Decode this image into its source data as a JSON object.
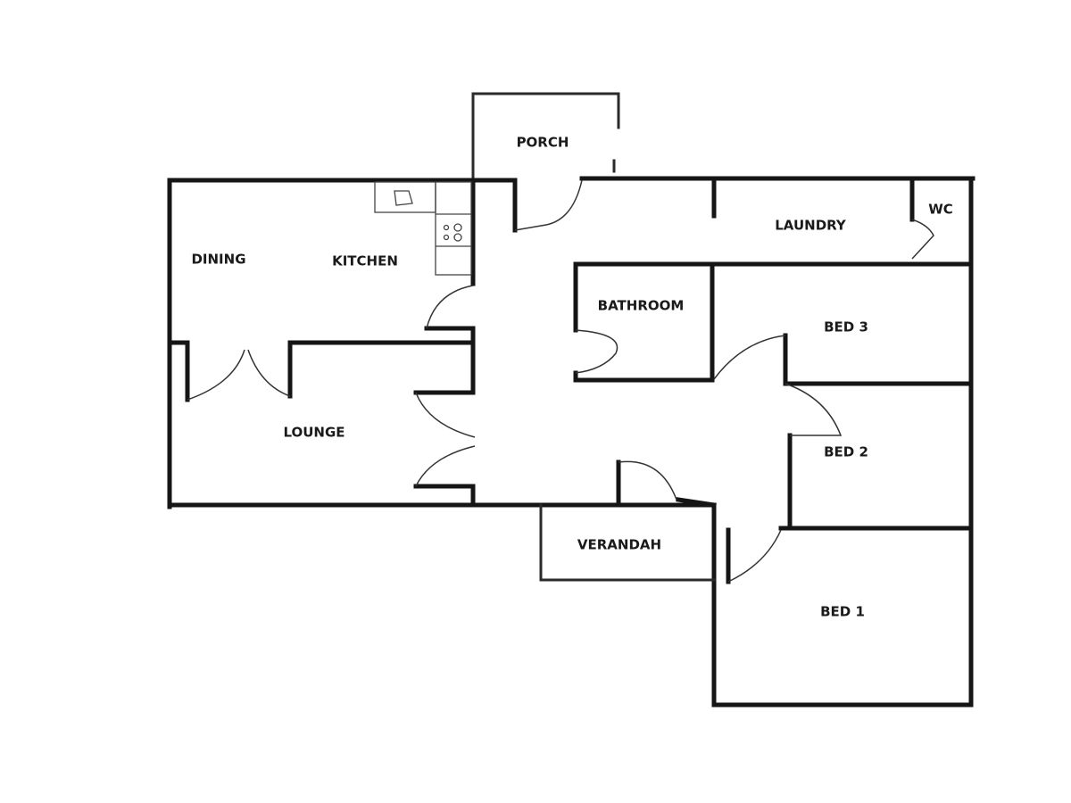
{
  "rooms": {
    "porch": "PORCH",
    "laundry": "LAUNDRY",
    "wc": "WC",
    "dining": "DINING",
    "kitchen": "KITCHEN",
    "bathroom": "BATHROOM",
    "bed3": "BED 3",
    "lounge": "LOUNGE",
    "bed2": "BED 2",
    "verandah": "VERANDAH",
    "bed1": "BED 1"
  },
  "colors": {
    "wall": "#151515",
    "background": "#ffffff"
  }
}
